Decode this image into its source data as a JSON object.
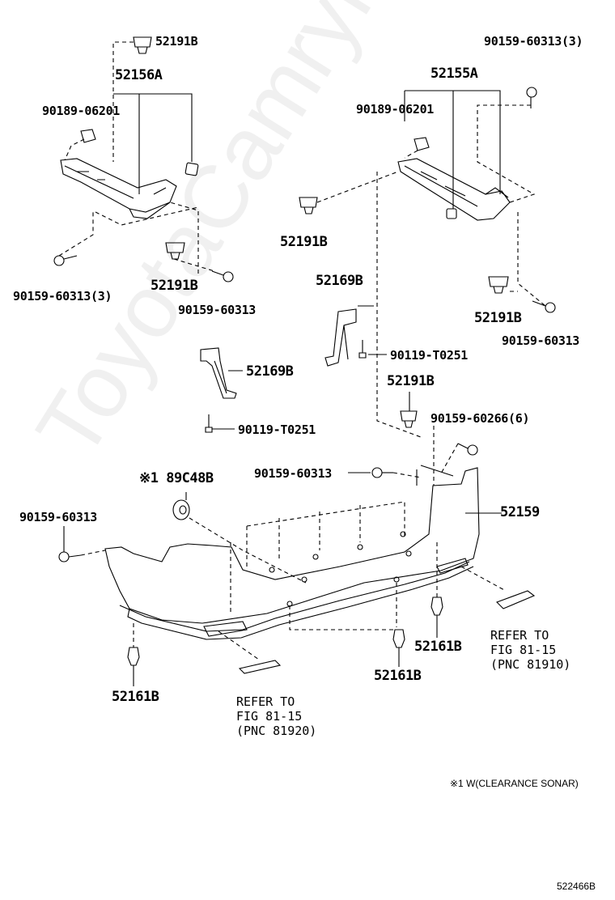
{
  "watermark": "ToyotaCamrylife.ru",
  "parts": {
    "p52191B_top": "52191B",
    "p52156A": "52156A",
    "p90189_left": "90189-06201",
    "p90159_60313_3_left": "90159-60313(3)",
    "p52191B_left_mid": "52191B",
    "p90159_60313_left_mid": "90159-60313",
    "p90159_60313_3_right": "90159-60313(3)",
    "p52155A": "52155A",
    "p90189_right": "90189-06201",
    "p52191B_right_upper": "52191B",
    "p52169B_right": "52169B",
    "p52191B_right_mid": "52191B",
    "p90159_60313_right_mid": "90159-60313",
    "p90119_right": "90119-T0251",
    "p52191B_center": "52191B",
    "p52169B_left": "52169B",
    "p90159_60266": "90159-60266(6)",
    "p90119_left": "90119-T0251",
    "p90159_60313_center": "90159-60313",
    "p89C48B": "※1 89C48B",
    "p90159_60313_far_left": "90159-60313",
    "p52159": "52159",
    "p52161B_right": "52161B",
    "p52161B_center": "52161B",
    "p52161B_left": "52161B"
  },
  "refs": {
    "right": "REFER TO\nFIG 81-15\n(PNC 81910)",
    "left": "REFER TO\nFIG 81-15\n(PNC 81920)"
  },
  "note": "※1 W(CLEARANCE SONAR)",
  "diagram_code": "522466B"
}
